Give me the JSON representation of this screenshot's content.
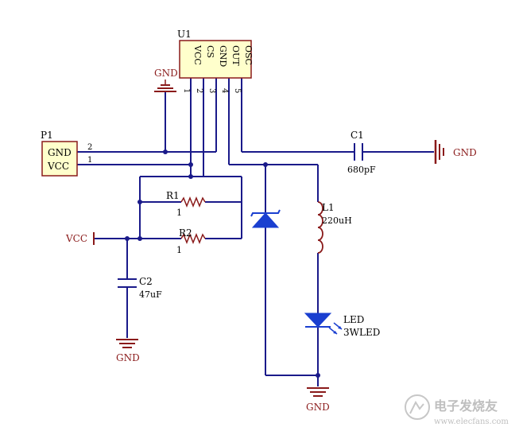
{
  "colors": {
    "wire": "#1a1a8a",
    "component": "#8a1a1a",
    "diode": "#1a3fd0",
    "chip_fill": "#ffffcc",
    "text": "#000000",
    "net_label": "#8a1a1a"
  },
  "u1": {
    "designator": "U1",
    "pins": [
      {
        "name": "VCC",
        "number": "1"
      },
      {
        "name": "CS",
        "number": "2"
      },
      {
        "name": "GND",
        "number": "3"
      },
      {
        "name": "OUT",
        "number": "4"
      },
      {
        "name": "OSC",
        "number": "5"
      }
    ]
  },
  "p1": {
    "designator": "P1",
    "pins": [
      {
        "name": "GND",
        "number": "2"
      },
      {
        "name": "VCC",
        "number": "1"
      }
    ]
  },
  "r1": {
    "designator": "R1",
    "value": "1"
  },
  "r2": {
    "designator": "R2",
    "value": "1"
  },
  "c1": {
    "designator": "C1",
    "value": "680pF"
  },
  "c2": {
    "designator": "C2",
    "value": "47uF"
  },
  "l1": {
    "designator": "L1",
    "value": "220uH"
  },
  "led": {
    "designator": "LED",
    "value": "3WLED"
  },
  "nets": {
    "gnd_top": "GND",
    "gnd_right": "GND",
    "vcc_left": "VCC",
    "gnd_c2": "GND",
    "gnd_bottom": "GND"
  },
  "watermark": {
    "text": "电子发烧友",
    "url": "www.elecfans.com"
  }
}
